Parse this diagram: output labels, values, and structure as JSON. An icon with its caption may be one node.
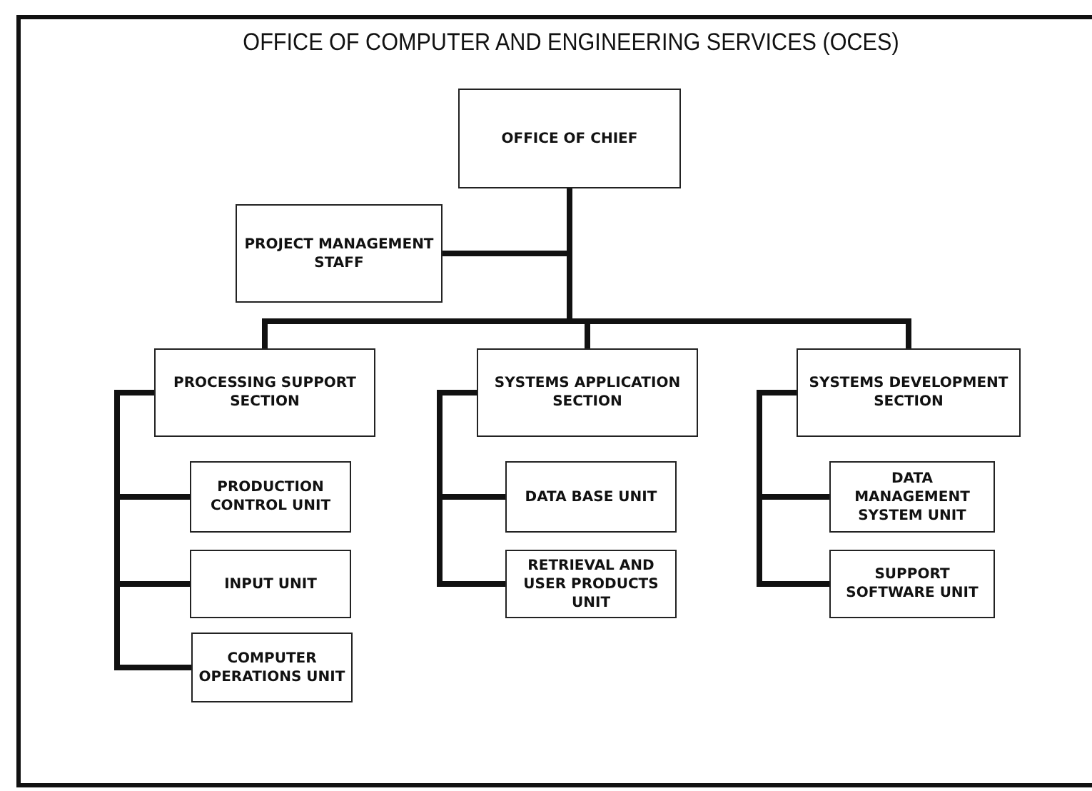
{
  "diagram": {
    "title": "OFFICE OF COMPUTER AND ENGINEERING SERVICES (OCES)",
    "nodes": [
      {
        "text": [
          "OFFICE OF CHIEF"
        ]
      },
      {
        "text": [
          "PROJECT MANAGEMENT STAFF"
        ]
      },
      {
        "text": [
          "PROCESSING SUPPORT SECTION"
        ]
      },
      {
        "text": [
          "SYSTEMS APPLICATION SECTION"
        ]
      },
      {
        "text": [
          "SYSTEMS DEVELOPMENT SECTION"
        ]
      },
      {
        "text": [
          "PRODUCTION CONTROL UNIT"
        ]
      },
      {
        "text": [
          "INPUT UNIT"
        ]
      },
      {
        "text": [
          "COMPUTER OPERATIONS UNIT"
        ]
      },
      {
        "text": [
          "DATA BASE UNIT"
        ]
      },
      {
        "text": [
          "RETRIEVAL AND USER PRODUCTS UNIT"
        ]
      },
      {
        "text": [
          "DATA MANAGEMENT SYSTEM UNIT"
        ]
      },
      {
        "text": [
          "SUPPORT SOFTWARE UNIT"
        ]
      }
    ],
    "edges": [
      {
        "from": 0,
        "to": 1,
        "arrow": "none"
      },
      {
        "from": 0,
        "to": 2,
        "arrow": "none"
      },
      {
        "from": 0,
        "to": 3,
        "arrow": "none"
      },
      {
        "from": 0,
        "to": 4,
        "arrow": "none"
      },
      {
        "from": 2,
        "to": 5,
        "arrow": "none"
      },
      {
        "from": 2,
        "to": 6,
        "arrow": "none"
      },
      {
        "from": 2,
        "to": 7,
        "arrow": "none"
      },
      {
        "from": 3,
        "to": 8,
        "arrow": "none"
      },
      {
        "from": 3,
        "to": 9,
        "arrow": "none"
      },
      {
        "from": 4,
        "to": 10,
        "arrow": "none"
      },
      {
        "from": 4,
        "to": 11,
        "arrow": "none"
      }
    ]
  }
}
